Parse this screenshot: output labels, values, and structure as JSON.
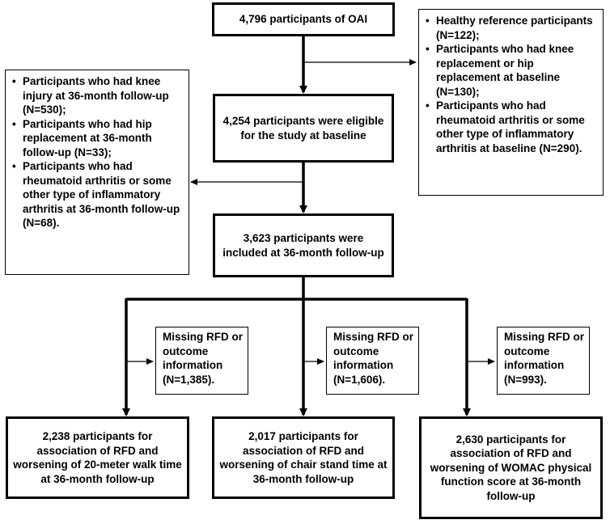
{
  "colors": {
    "stroke": "#000000",
    "background": "#ffffff"
  },
  "boxes": {
    "oai": "4,796 participants of OAI",
    "eligible": "4,254 participants were eligible for the study at baseline",
    "included": "3,623 participants were included at 36-month follow-up",
    "walk": "2,238 participants for association of RFD and worsening of 20-meter walk time at 36-month follow-up",
    "chair": "2,017 participants for association of RFD and worsening of chair stand time at 36-month follow-up",
    "womac": "2,630 participants for association of RFD and worsening of WOMAC physical function score at 36-month follow-up"
  },
  "exclusions_baseline": [
    "Healthy reference participants (N=122);",
    "Participants who had knee replacement or hip replacement at baseline (N=130);",
    "Participants who had rheumatoid arthritis or some other type of inflammatory arthritis at baseline (N=290)."
  ],
  "exclusions_followup": [
    "Participants who had knee injury at 36-month follow-up (N=530);",
    "Participants who had hip replacement at 36-month follow-up (N=33);",
    "Participants who had rheumatoid arthritis or some other type of inflammatory arthritis at 36-month follow-up (N=68)."
  ],
  "missing": [
    {
      "label": "Missing RFD or outcome information",
      "count": "(N=1,385)."
    },
    {
      "label": "Missing RFD or outcome information",
      "count": "(N=1,606)."
    },
    {
      "label": "Missing RFD or outcome information",
      "count": "(N=993)."
    }
  ]
}
